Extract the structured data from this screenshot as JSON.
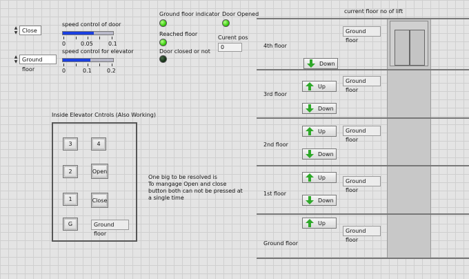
{
  "left_controls": {
    "door_label": "speed control of door",
    "door_value": "Close",
    "door_ticks": [
      "0",
      "0.05",
      "0.1"
    ],
    "door_speed_fraction": 0.62,
    "elevator_label": "speed control for elevator",
    "elevator_value": "Ground floor",
    "elevator_ticks": [
      "0",
      "0.1",
      "0.2"
    ],
    "elevator_speed_fraction": 0.55
  },
  "indicators": {
    "ground_floor_indicator": "Ground floor indicator",
    "door_opened": "Door Opened",
    "reached_floor": "Reached floor",
    "current_pos_label": "Curent pos",
    "current_pos_value": "0",
    "door_closed": "Door closed or not"
  },
  "inside_panel": {
    "title": "Inside Elevator Cntrols  (Also Working)",
    "btn_3": "3",
    "btn_4": "4",
    "btn_2": "2",
    "btn_open": "Open",
    "btn_1": "1",
    "btn_close": "Close",
    "btn_g": "G",
    "floor_display": "Ground floor"
  },
  "note": {
    "line1": "One big to be resolved is",
    "line2": "To mangage Open and close",
    "line3": "button both can not  be pressed at",
    "line4": "a single time"
  },
  "building": {
    "header": "current floor no of lift",
    "up_label": "Up",
    "down_label": "Down",
    "floors": [
      {
        "name": "4th floor",
        "indicator": "Ground floor"
      },
      {
        "name": "3rd floor",
        "indicator": "Ground floor"
      },
      {
        "name": "2nd floor",
        "indicator": "Ground floor"
      },
      {
        "name": "1st floor",
        "indicator": "Ground floor"
      },
      {
        "name": "Ground floor",
        "indicator": "Ground floor"
      }
    ]
  },
  "colors": {
    "led_on": "#3ccf10",
    "led_off": "#0f2a10",
    "slider_fill": "#1b3fe0",
    "arrow_green": "#2fa82a"
  }
}
